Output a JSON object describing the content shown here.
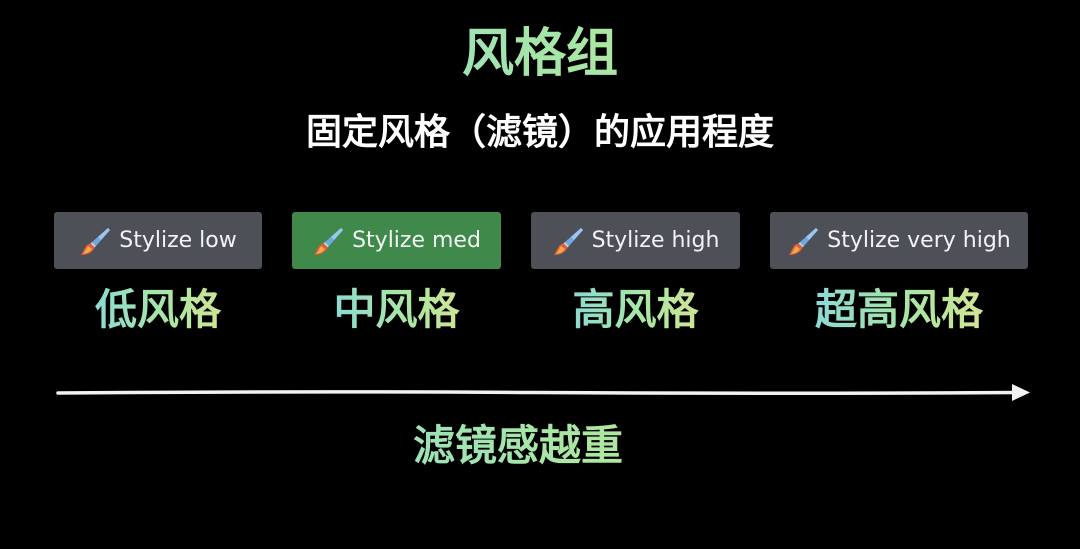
{
  "title": "风格组",
  "subtitle": "固定风格（滤镜）的应用程度",
  "buttons": [
    {
      "label": "Stylize low",
      "selected": false
    },
    {
      "label": "Stylize med",
      "selected": true
    },
    {
      "label": "Stylize high",
      "selected": false
    },
    {
      "label": "Stylize very high",
      "selected": false
    }
  ],
  "levels": [
    "低风格",
    "中风格",
    "高风格",
    "超高风格"
  ],
  "axis_caption": "滤镜感越重",
  "icon": "paintbrush-icon",
  "colors": {
    "background": "#000000",
    "button": "#4e5058",
    "button_selected": "#3f8a4a",
    "gradient": [
      "#7fd3ee",
      "#a9e7a3",
      "#efe28a"
    ]
  }
}
